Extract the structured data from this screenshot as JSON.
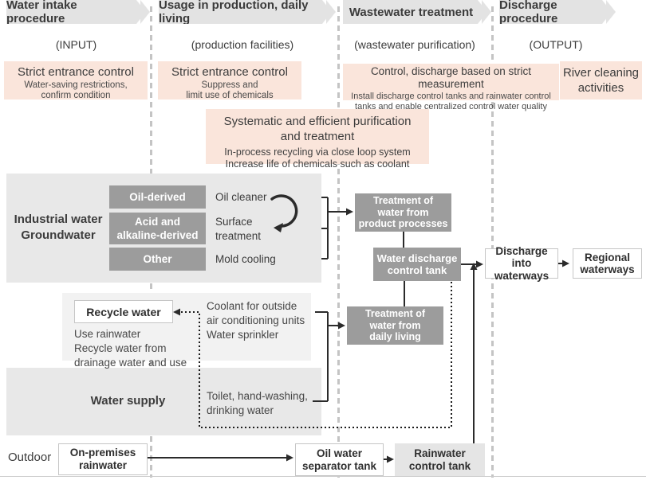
{
  "colors": {
    "pink": "#fae5db",
    "header_bg": "#e3e3e3",
    "container_gray": "#e8e8e8",
    "recycle_gray": "#f2f2f2",
    "dark_box": "#9c9c9c",
    "line": "#2b2b2b",
    "dashed_separator": "#c4c4c4",
    "text": "#3c3c3c"
  },
  "columns": [
    {
      "header": "Water intake procedure",
      "subtitle": "(INPUT)",
      "note": {
        "title": "Strict entrance control",
        "detail": "Water-saving restrictions,\nconfirm condition"
      }
    },
    {
      "header": "Usage in production, daily living",
      "subtitle": "(production facilities)",
      "note": {
        "title": "Strict entrance control",
        "detail": "Suppress and\nlimit use of chemicals"
      }
    },
    {
      "header": "Wastewater treatment",
      "subtitle": "(wastewater purification)",
      "note": {
        "title": "Control, discharge based on strict measurement",
        "detail": "Install discharge control tanks and rainwater control\ntanks and enable centralized control water quality"
      }
    },
    {
      "header": "Discharge procedure",
      "subtitle": "(OUTPUT)",
      "note": {
        "title": "River cleaning\nactivities",
        "detail": ""
      }
    }
  ],
  "purification_note": {
    "title": "Systematic and efficient purification\nand treatment",
    "detail": "In-process recycling via close loop system\nIncrease life of chemicals such as coolant"
  },
  "industrial": {
    "label": "Industrial water\nGroundwater",
    "categories": [
      {
        "name": "Oil-derived",
        "process": "Oil cleaner"
      },
      {
        "name": "Acid and\nalkaline-derived",
        "process": "Surface\ntreatment"
      },
      {
        "name": "Other",
        "process": "Mold cooling"
      }
    ]
  },
  "flow": {
    "product_treatment": "Treatment of\nwater from\nproduct processes",
    "discharge_tank": "Water discharge\ncontrol tank",
    "daily_treatment": "Treatment of\nwater from\ndaily living",
    "discharge_into": "Discharge into\nwaterways",
    "regional": "Regional\nwaterways"
  },
  "recycle": {
    "title": "Recycle water",
    "description": "Use rainwater\nRecycle water from\ndrainage water and use",
    "coolant": "Coolant for outside\nair conditioning units\nWater sprinkler"
  },
  "water_supply": {
    "label": "Water supply",
    "toilet": "Toilet, hand-washing,\ndrinking water"
  },
  "outdoor_row": {
    "label": "Outdoor",
    "rainwater": "On-premises\nrainwater",
    "oil_separator": "Oil water\nseparator tank",
    "rainwater_tank": "Rainwater\ncontrol tank"
  }
}
